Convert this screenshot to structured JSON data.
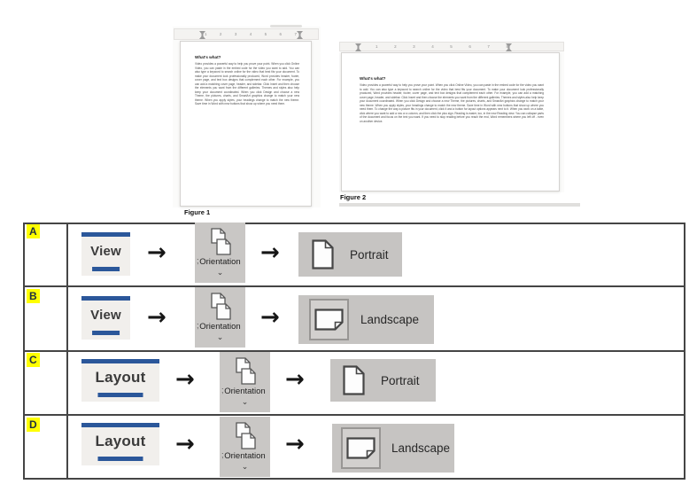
{
  "figures": {
    "figure1": {
      "caption": "Figure 1",
      "ruler_numbers": [
        "1",
        "2",
        "3",
        "4",
        "5",
        "6",
        "7"
      ],
      "doc_heading": "What's what?",
      "doc_body": "Video provides a powerful way to help you prove your point. When you click Online Video, you can paste in the embed code for the video you want to add. You can also type a keyword to search online for the video that best fits your document. To make your document look professionally produced, Word provides header, footer, cover page, and text box designs that complement each other. For example, you can add a matching cover page, header, and sidebar. Click Insert and then choose the elements you want from the different galleries. Themes and styles also help keep your document coordinated. When you click Design and choose a new Theme, the pictures, charts, and SmartArt graphics change to match your new theme. When you apply styles, your headings change to match the new theme. Save time in Word with new buttons that show up where you need them."
    },
    "figure2": {
      "caption": "Figure 2",
      "ruler_numbers": [
        "1",
        "2",
        "3",
        "4",
        "5",
        "6",
        "7",
        "8"
      ],
      "doc_heading": "What's what?",
      "doc_body": "Video provides a powerful way to help you prove your point. When you click Online Video, you can paste in the embed code for the video you want to add. You can also type a keyword to search online for the video that best fits your document. To make your document look professionally produced, Word provides header, footer, cover page, and text box designs that complement each other. For example, you can add a matching cover page, header, and sidebar. Click Insert and then choose the elements you want from the different galleries. Themes and styles also help keep your document coordinated. When you click Design and choose a new Theme, the pictures, charts, and SmartArt graphics change to match your new theme. When you apply styles, your headings change to match the new theme. Save time in Word with new buttons that show up where you need them. To change the way a picture fits in your document, click it and a button for layout options appears next to it. When you work on a table, click where you want to add a row or a column, and then click the plus sign. Reading is easier, too, in the new Reading view. You can collapse parts of the document and focus on the text you want. If you need to stop reading before you reach the end, Word remembers where you left off - even on another device."
    }
  },
  "table": {
    "arrow": "→",
    "chevron": "⌄",
    "fragment": ";",
    "rows": [
      {
        "letter": "A",
        "tab": "View",
        "step2": "Orientation",
        "step3": "Portrait"
      },
      {
        "letter": "B",
        "tab": "View",
        "step2": "Orientation",
        "step3": "Landscape"
      },
      {
        "letter": "C",
        "tab": "Layout",
        "step2": "Orientation",
        "step3": "Portrait"
      },
      {
        "letter": "D",
        "tab": "Layout",
        "step2": "Orientation",
        "step3": "Landscape"
      }
    ]
  },
  "colors": {
    "accent_blue": "#2b579a",
    "highlight_yellow": "#ffff00",
    "button_gray": "#c9c7c5"
  }
}
